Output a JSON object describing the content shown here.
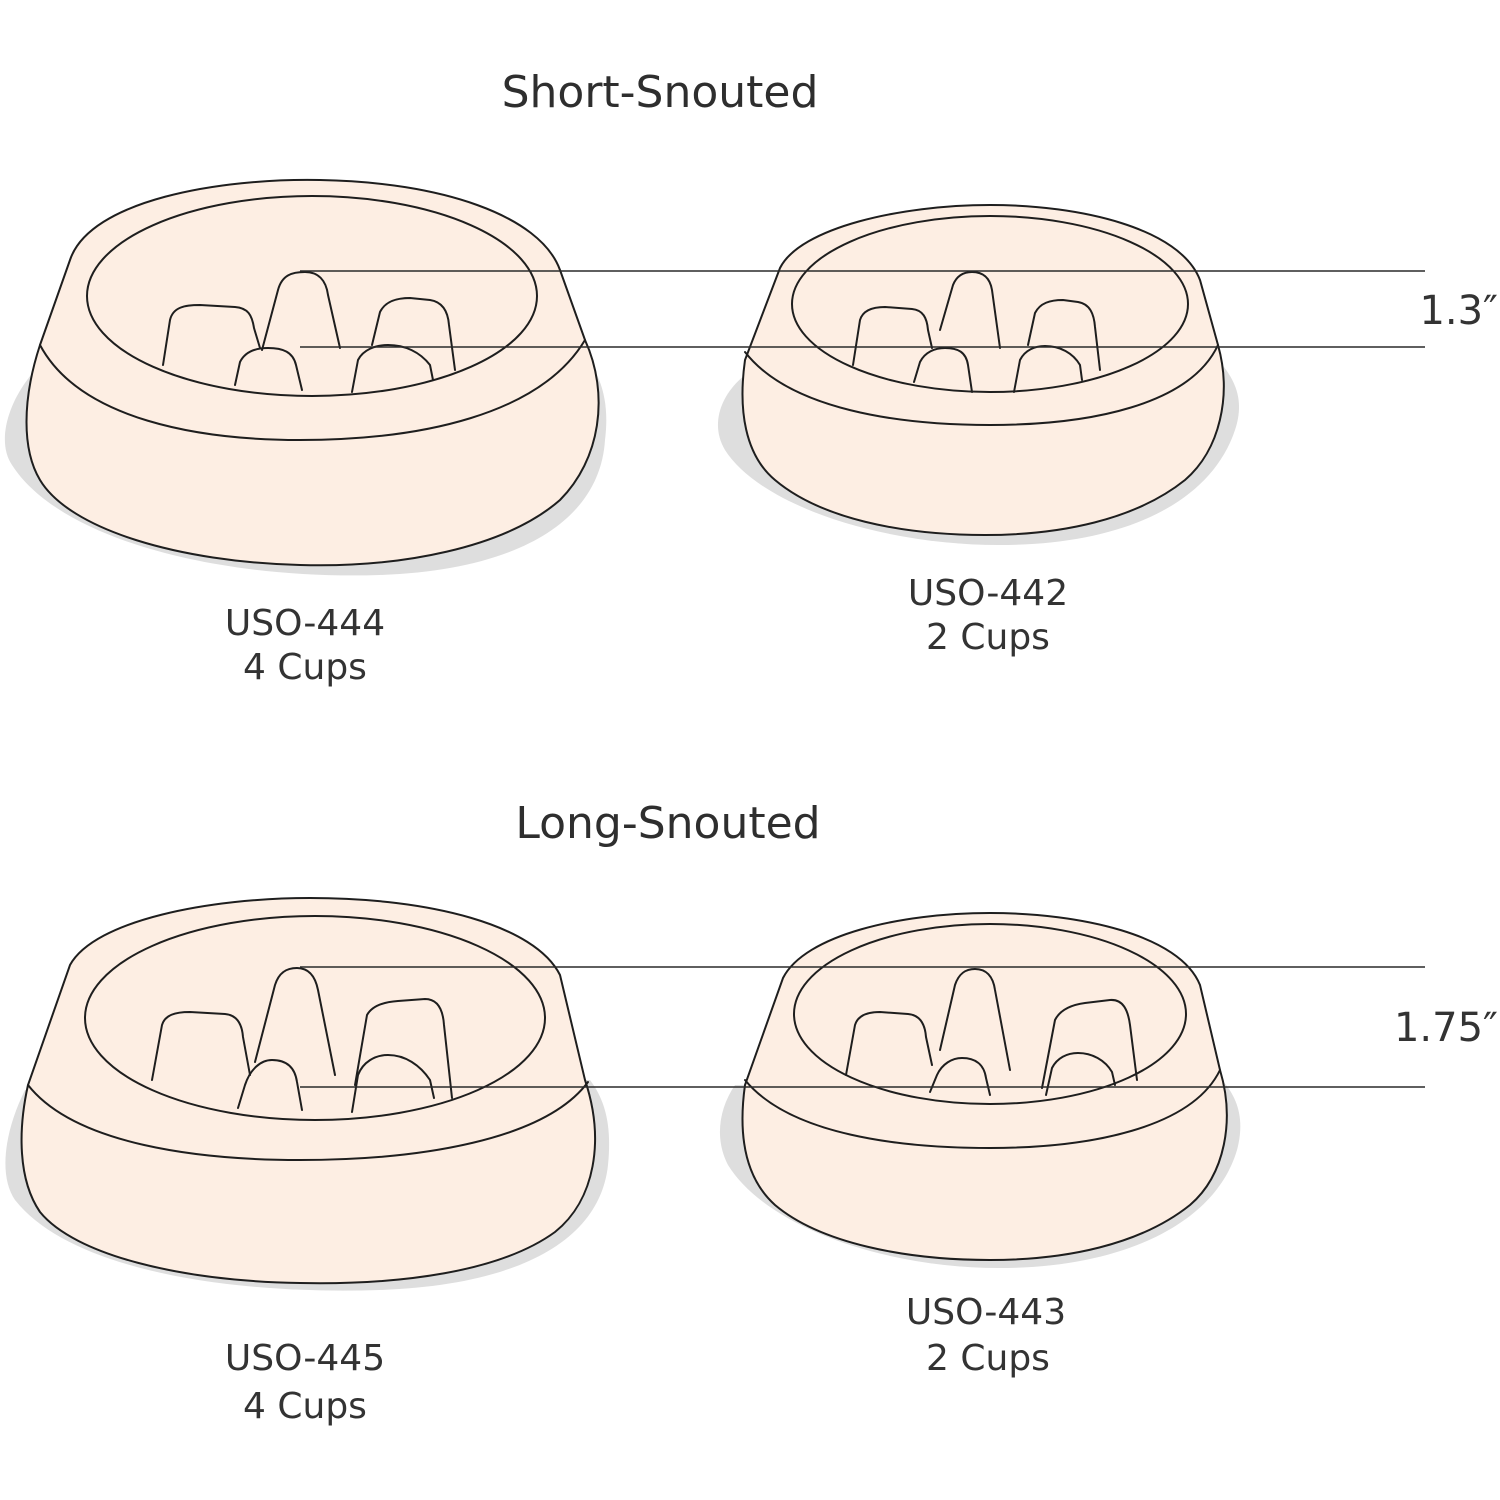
{
  "colors": {
    "bowl": "#fdeee3",
    "base": "#dedede",
    "line": "#1e1e1e"
  },
  "sections": [
    {
      "title": "Short-Snouted",
      "dimension": "1.3″",
      "bowls": [
        {
          "model": "USO-444",
          "capacity": "4 Cups"
        },
        {
          "model": "USO-442",
          "capacity": "2 Cups"
        }
      ]
    },
    {
      "title": "Long-Snouted",
      "dimension": "1.75″",
      "bowls": [
        {
          "model": "USO-445",
          "capacity": "4 Cups"
        },
        {
          "model": "USO-443",
          "capacity": "2 Cups"
        }
      ]
    }
  ]
}
